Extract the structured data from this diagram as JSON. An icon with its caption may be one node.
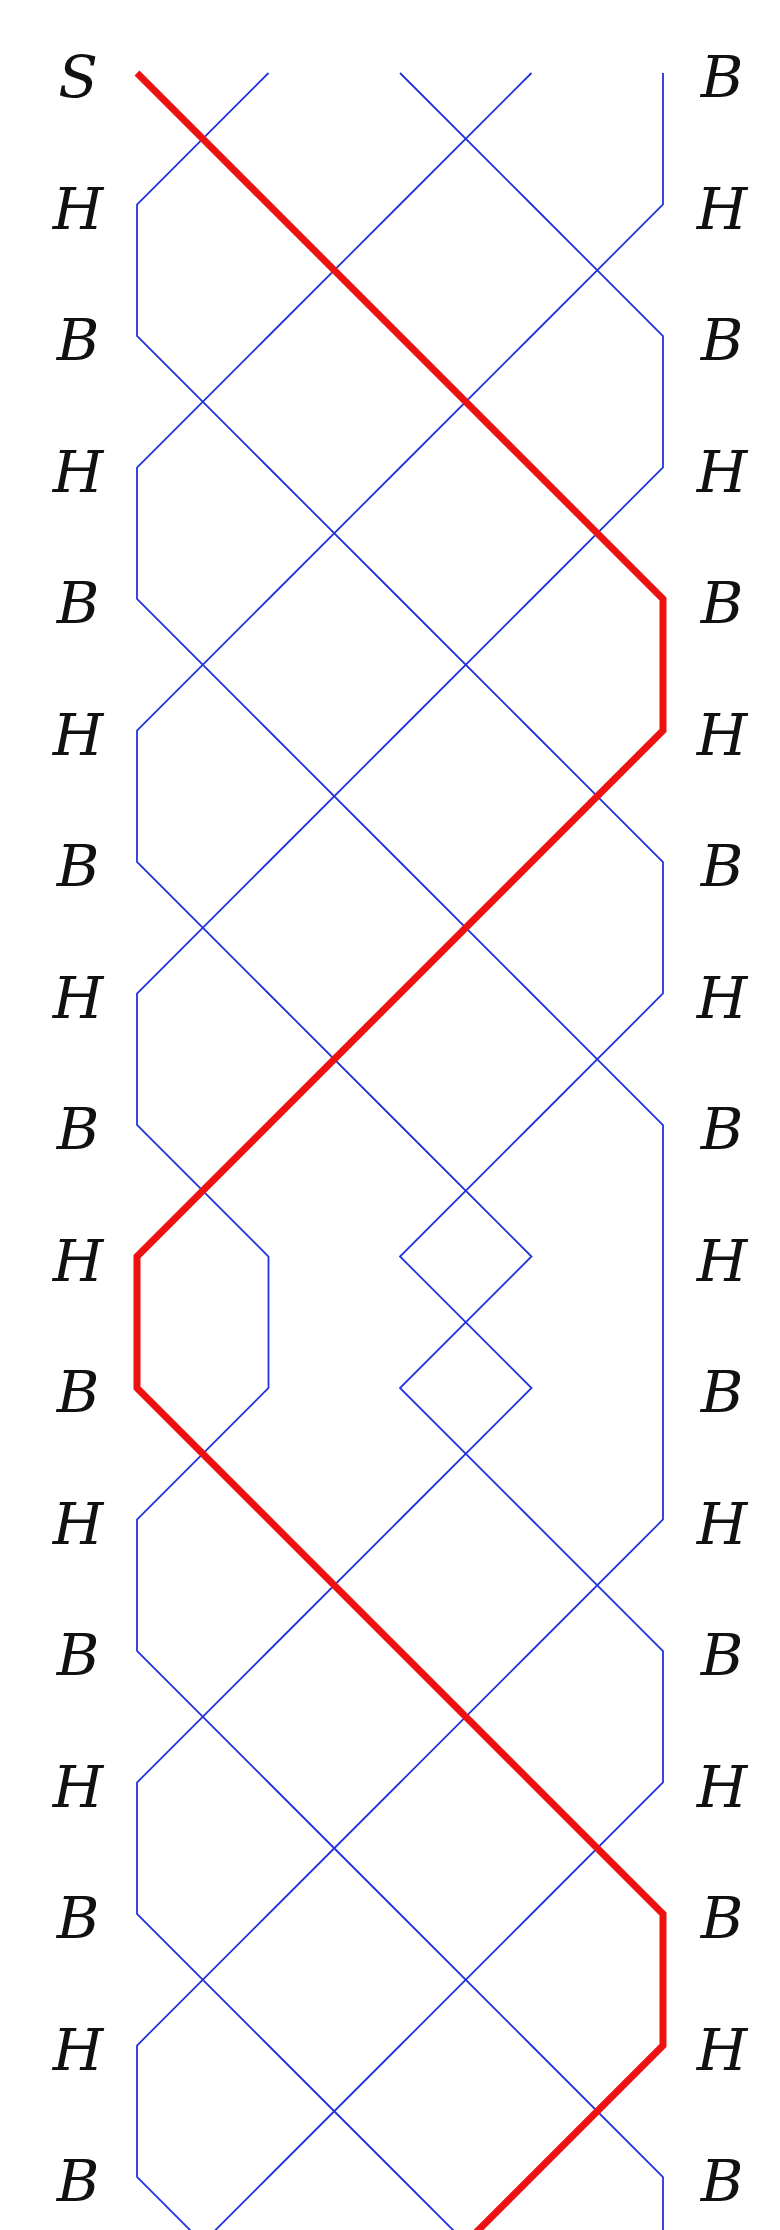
{
  "diagram": {
    "labels": [
      "S",
      "B",
      "H",
      "H",
      "B",
      "B",
      "H",
      "H",
      "B",
      "B",
      "H",
      "H",
      "B",
      "B",
      "H",
      "H",
      "B",
      "B",
      "H",
      "H",
      "B",
      "B",
      "H",
      "H",
      "B",
      "B",
      "H",
      "H",
      "B",
      "B",
      "H",
      "H",
      "B",
      "B"
    ]
  }
}
